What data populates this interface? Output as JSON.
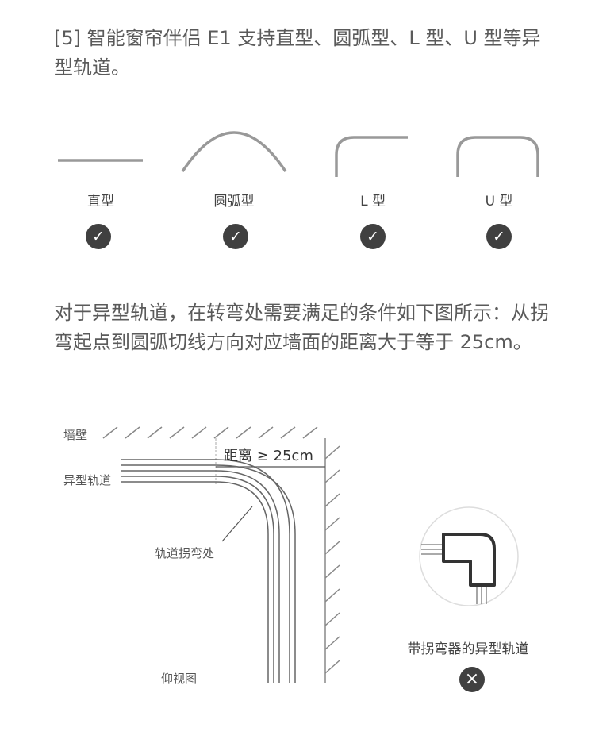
{
  "intro": {
    "text": "[5] 智能窗帘伴侣 E1 支持直型、圆弧型、L 型、U 型等异型轨道。"
  },
  "track_types": [
    {
      "label": "直型",
      "status": "supported",
      "status_icon": "check-icon"
    },
    {
      "label": "圆弧型",
      "status": "supported",
      "status_icon": "check-icon"
    },
    {
      "label": "L 型",
      "status": "supported",
      "status_icon": "check-icon"
    },
    {
      "label": "U 型",
      "status": "supported",
      "status_icon": "check-icon"
    }
  ],
  "condition": {
    "text": "对于异型轨道，在转弯处需要满足的条件如下图所示：从拐弯起点到圆弧切线方向对应墙面的距离大于等于 25cm。"
  },
  "diagram": {
    "wall_label": "墙壁",
    "track_label": "异型轨道",
    "distance_label": "距离 ≥ 25cm",
    "bend_label": "轨道拐弯处",
    "view_label": "仰视图"
  },
  "unsupported": {
    "caption": "带拐弯器的异型轨道",
    "status": "unsupported",
    "status_icon": "cross-icon"
  },
  "colors": {
    "text": "#5a5a5a",
    "track_line": "#999999",
    "badge": "#404040",
    "badge_glyph": "#ffffff"
  }
}
